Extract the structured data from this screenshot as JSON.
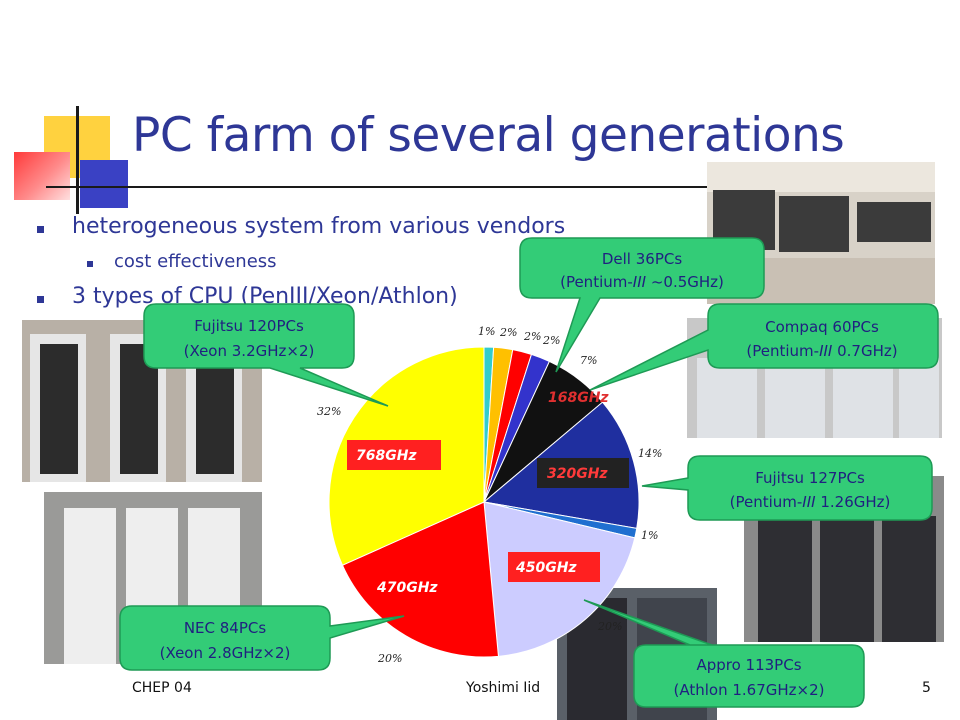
{
  "slide": {
    "title": "PC farm of several generations",
    "bullets": [
      {
        "text": "heterogeneous system from various vendors",
        "level": 1
      },
      {
        "text": "cost effectiveness",
        "level": 2
      },
      {
        "text": "3 types of CPU (PenIII/Xeon/Athlon)",
        "level": 1
      }
    ],
    "footer": {
      "left": "CHEP 04",
      "center": "Yoshimi Iid",
      "page": "5"
    }
  },
  "pie": {
    "slices": [
      {
        "pct_label": "1%",
        "value": 1,
        "color": "#33cccc"
      },
      {
        "pct_label": "2%",
        "value": 2,
        "color": "#ffc000"
      },
      {
        "pct_label": "2%",
        "value": 2,
        "color": "#ff0000"
      },
      {
        "pct_label": "2%",
        "value": 2,
        "color": "#3333cc"
      },
      {
        "pct_label": "7%",
        "value": 7,
        "color": "#111111"
      },
      {
        "pct_label": "14%",
        "value": 14,
        "color": "#1f2f9f"
      },
      {
        "pct_label": "1%",
        "value": 1,
        "color": "#1f6fd0"
      },
      {
        "pct_label": "20%",
        "value": 20,
        "color": "#ccccff"
      },
      {
        "pct_label": "20%",
        "value": 20,
        "color": "#ff0000"
      },
      {
        "pct_label": "32%",
        "value": 32,
        "color": "#ffff00"
      }
    ],
    "ghz_labels": {
      "l168": "168GHz",
      "l320": "320GHz",
      "l450": "450GHz",
      "l470": "470GHz",
      "l768": "768GHz"
    }
  },
  "callouts": {
    "dell": {
      "line1": "Dell 36PCs",
      "line2a": "(Pentium-",
      "line2b": "III",
      "line2c": " ~0.5GHz)"
    },
    "compaq": {
      "line1": "Compaq 60PCs",
      "line2a": "(Pentium-",
      "line2b": "III",
      "line2c": " 0.7GHz)"
    },
    "fujitsu127": {
      "line1": "Fujitsu 127PCs",
      "line2a": "(Pentium-",
      "line2b": "III",
      "line2c": " 1.26GHz)"
    },
    "fujitsu120": {
      "line1": "Fujitsu 120PCs",
      "line2": "(Xeon 3.2GHz×2)"
    },
    "nec": {
      "line1": "NEC 84PCs",
      "line2": "(Xeon 2.8GHz×2)"
    },
    "appro": {
      "line1": "Appro 113PCs",
      "line2": "(Athlon 1.67GHz×2)"
    }
  },
  "colors": {
    "title": "#2e3796",
    "callout_fill": "#33cc77",
    "callout_stroke": "#1e9a55"
  }
}
